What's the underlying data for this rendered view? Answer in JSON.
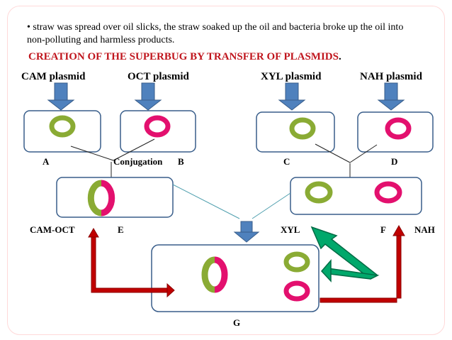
{
  "bullet_text": "straw was spread over oil slicks, the straw soaked up the oil and  bacteria broke up the oil into non-polluting and harmless products.",
  "bullet_symbol": "•",
  "heading": "CREATION OF THE SUPERBUG BY TRANSFER OF PLASMIDS",
  "heading_punct": ".",
  "plasmids": {
    "cam": "CAM plasmid",
    "oct": "OCT plasmid",
    "xyl": "XYL plasmid",
    "nah": "NAH plasmid"
  },
  "cells": {
    "a": "A",
    "conjugation": "Conjugation",
    "b": "B",
    "c": "C",
    "d": "D",
    "cam_oct": "CAM-OCT",
    "e": "E",
    "xyl": "XYL",
    "f": "F",
    "nah": "NAH",
    "g": "G"
  },
  "colors": {
    "green": "#8aab34",
    "pink": "#e3106e",
    "blue_arrow": "#4f81bd",
    "red_arrow": "#c00000",
    "green_arrow": "#00a86b",
    "heading": "#c0151d"
  }
}
